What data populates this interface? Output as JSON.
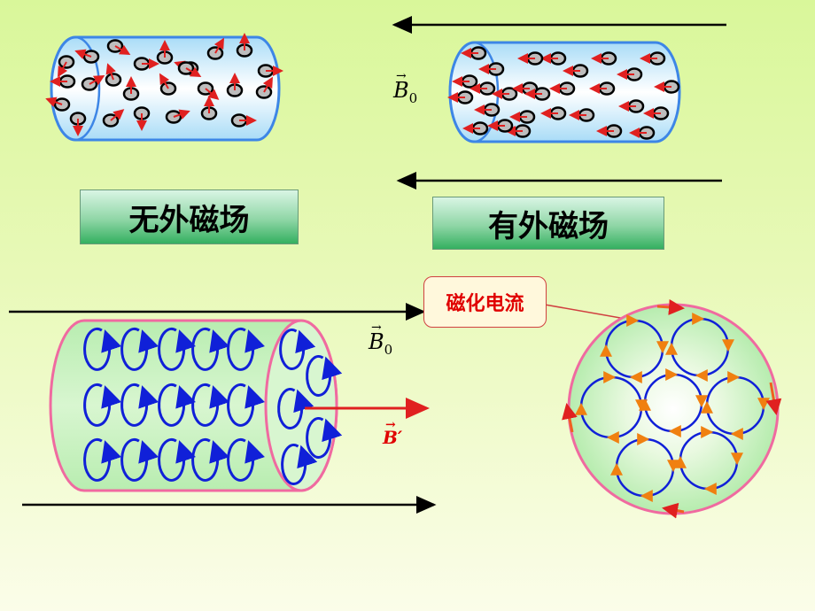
{
  "labels": {
    "no_field": "无外磁场",
    "with_field": "有外磁场",
    "magnetization_current": "磁化电流"
  },
  "symbols": {
    "b0_top": "B",
    "b0_top_sub": "0",
    "b0_bottom": "B",
    "b0_bottom_sub": "0",
    "b_prime": "B′",
    "vector_mark": "→"
  },
  "colors": {
    "background_top": "#d9f79a",
    "tube_blue": "#3d86e6",
    "tube_fill": "#cfeefb",
    "dipole_red": "#e02020",
    "loop_blue": "#1020d8",
    "cylinder_border": "#f06aa0",
    "cylinder_fill": "#c9f2c0",
    "orange_arrow": "#f08010"
  },
  "icons": {
    "molecule": "ellipse-with-arrow-icon",
    "current_loop": "circular-arrow-icon"
  }
}
